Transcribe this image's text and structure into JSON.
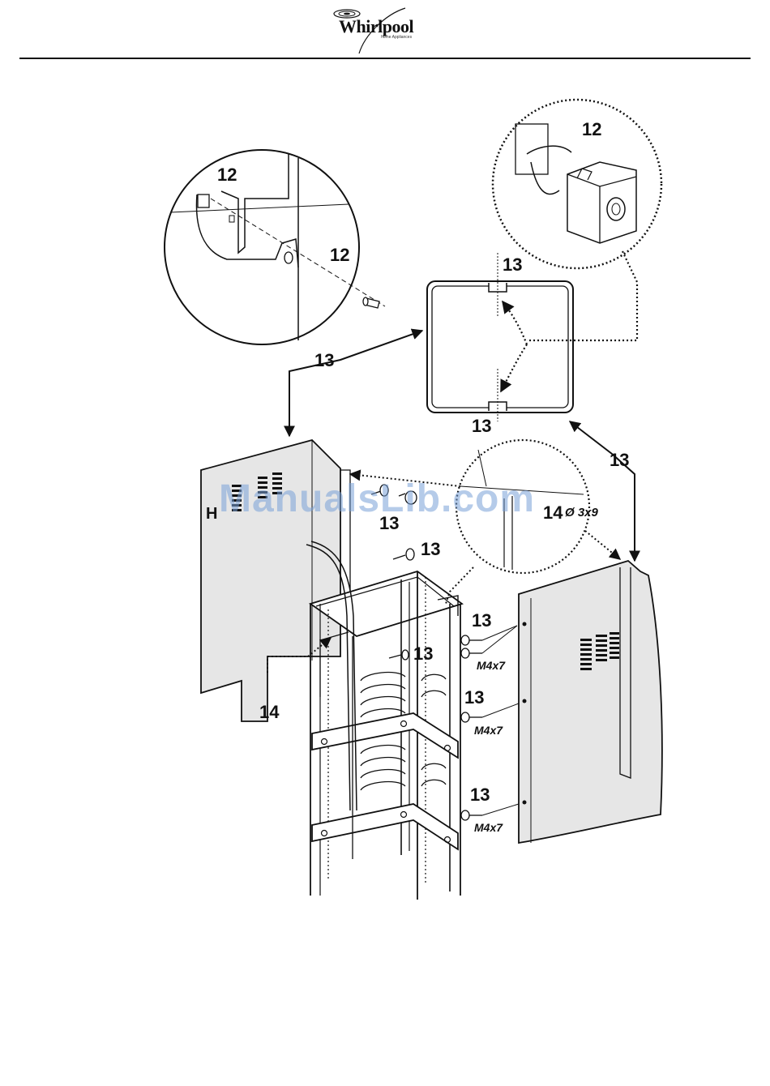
{
  "header": {
    "brand": "Whirlpool",
    "tagline": "home Appliances"
  },
  "watermark": "ManualsLib.com",
  "figure": {
    "callout_left_top": "12",
    "callout_left_right": "12",
    "callout_right_top": "12",
    "profile_top": "13",
    "profile_bottom": "13",
    "arrow_left": "13",
    "arrow_right": "13",
    "screw_a": "13",
    "screw_b": "13",
    "screw_c": "13",
    "screw_d": "13",
    "screw_e": "13",
    "screw_f": "13",
    "bracket": "14",
    "detail_screw": "14",
    "detail_size": "Ø 3x9",
    "m_a": "M4x7",
    "m_b": "M4x7",
    "m_c": "M4x7",
    "panel_letter": "H"
  }
}
